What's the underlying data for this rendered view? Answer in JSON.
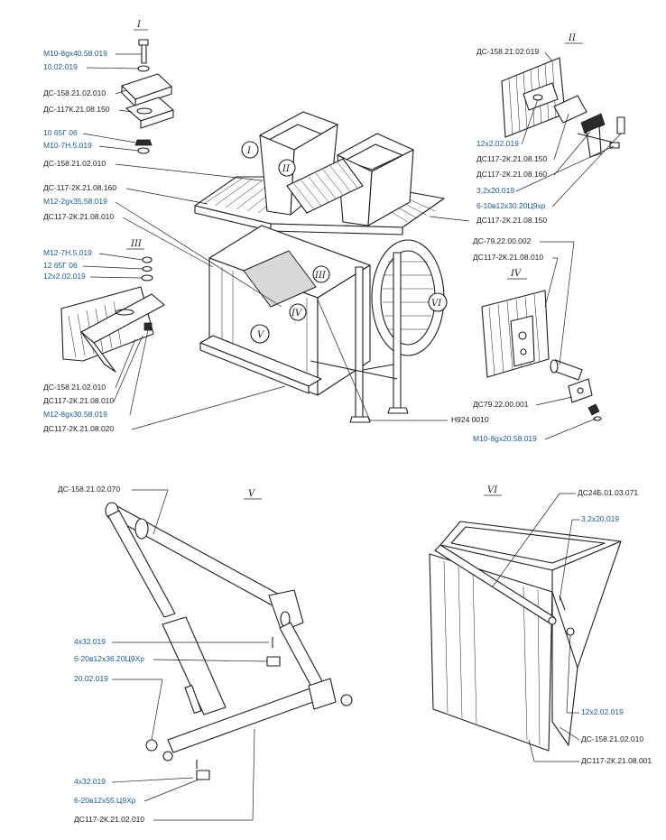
{
  "views": [
    "I",
    "II",
    "III",
    "IV",
    "V",
    "VI"
  ],
  "callouts": [
    "I",
    "II",
    "III",
    "IV",
    "V",
    "VI"
  ],
  "view_I": {
    "labels": [
      "М10-8gx40.58.019",
      "10.02.019",
      "ДС-158.21.02.010",
      "ДС-117К.21.08.150",
      "10 65Г 06",
      "М10-7Н.5.019"
    ]
  },
  "main_assembly": {
    "labels": [
      "ДС-158.21.02.010",
      "ДС-117-2К.21.08.160",
      "М12-2gх35.58.019",
      "ДС117-2К.21.08.010"
    ]
  },
  "view_III": {
    "labels": [
      "М12-7Н.5.019",
      "12 65Г 06",
      "12х2.02.019",
      "ДС-158.21.02.010",
      "ДС117-2К.21.08.010",
      "М12-8gх30.58.019",
      "ДС117-2К.21.08.020"
    ]
  },
  "view_II": {
    "labels": [
      "ДС-158.21.02.019",
      "12х2.02.019",
      "ДС117-2К.21.08.150",
      "ДС117-2К.21.08.160",
      "3,2х20.019",
      "6-10в12х30.20Ц9хр",
      "ДС117-2К.21.08.150"
    ]
  },
  "view_IV": {
    "labels": [
      "ДС-79.22.00.002",
      "ДС117-2К.21.08.010",
      "ДС79.22.00.001",
      "Н924 0010",
      "М10-8gх20.58.019"
    ]
  },
  "view_V": {
    "labels": [
      "ДС-158.21.02.070",
      "4х32.019",
      "6-20в12х36.20Ц9Хр",
      "20.02.019",
      "4х32.019",
      "6-20в12х55.Ц9Хр",
      "ДС117-2К.21.02.010"
    ]
  },
  "view_VI": {
    "labels": [
      "ДС24Б.01.03.071",
      "3,2х20.019",
      "12х2.02.019",
      "ДС-158.21.02.010",
      "ДС117-2К.21.08.001"
    ]
  },
  "colors": {
    "ink": "#1c1c1c",
    "standard_part_label": "#1a5a8c",
    "drawing_label": "#1c1c1c",
    "paper": "#ffffff"
  }
}
